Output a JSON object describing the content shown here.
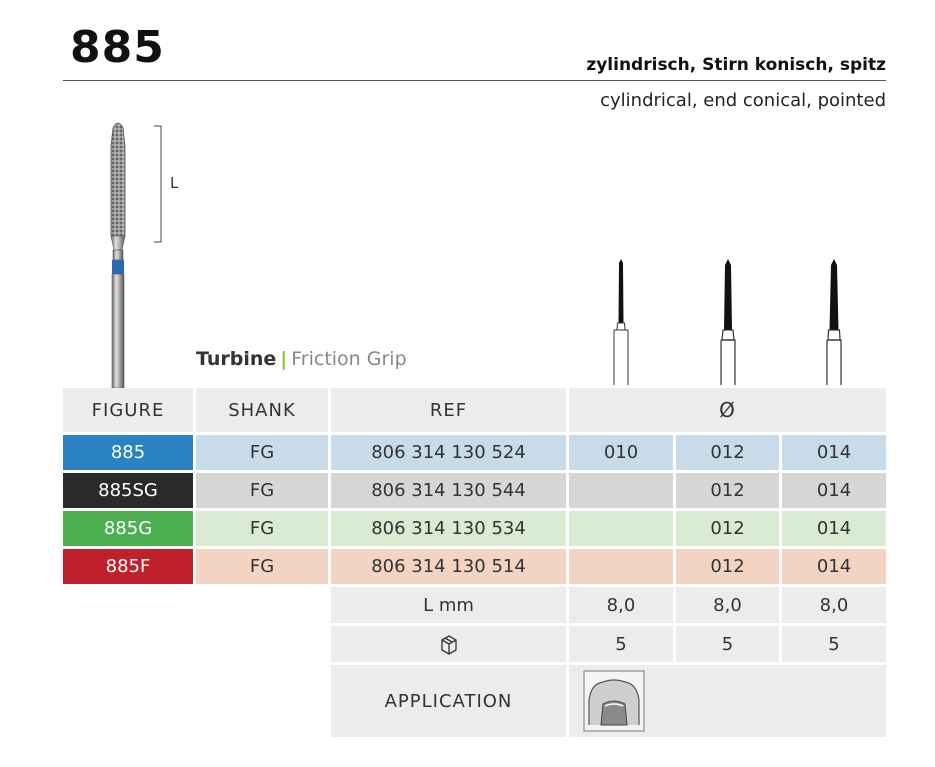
{
  "header": {
    "title": "885",
    "subtitle_de": "zylindrisch, Stirn konisch, spitz",
    "subtitle_en": "cylindrical, end conical, pointed"
  },
  "illustration": {
    "length_label": "L",
    "bur_color": "#2a6cb0"
  },
  "shank_type": {
    "bold": "Turbine",
    "separator": "|",
    "light": "Friction Grip"
  },
  "table": {
    "headers": {
      "figure": "FIGURE",
      "shank": "SHANK",
      "ref": "REF",
      "diameter": "Ø"
    },
    "rows": [
      {
        "figure": "885",
        "shank": "FG",
        "ref": "806 314 130 524",
        "d010": "010",
        "d012": "012",
        "d014": "014",
        "color": "#2a82c3"
      },
      {
        "figure": "885SG",
        "shank": "FG",
        "ref": "806 314 130 544",
        "d010": "",
        "d012": "012",
        "d014": "014",
        "color": "#2a2a2a"
      },
      {
        "figure": "885G",
        "shank": "FG",
        "ref": "806 314 130 534",
        "d010": "",
        "d012": "012",
        "d014": "014",
        "color": "#4caf50"
      },
      {
        "figure": "885F",
        "shank": "FG",
        "ref": "806 314 130 514",
        "d010": "",
        "d012": "012",
        "d014": "014",
        "color": "#c0202b"
      }
    ],
    "length_row": {
      "label": "L mm",
      "values": [
        "8,0",
        "8,0",
        "8,0"
      ]
    },
    "pack_row": {
      "icon": "package-icon",
      "values": [
        "5",
        "5",
        "5"
      ]
    },
    "application_row": {
      "label": "APPLICATION",
      "icon": "tooth-crown-preparation-icon"
    }
  }
}
